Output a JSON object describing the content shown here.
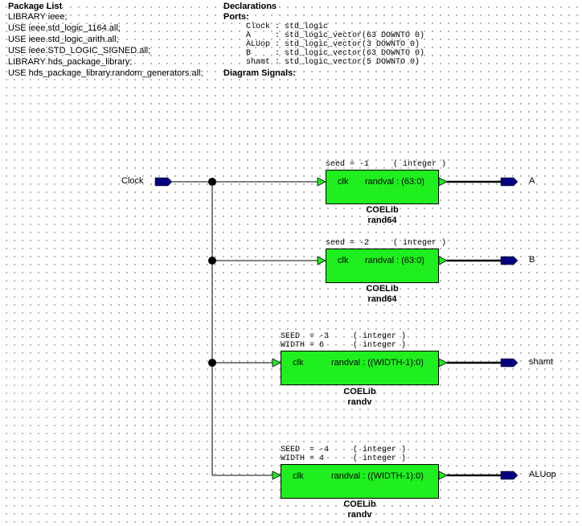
{
  "package_list": {
    "title": "Package List",
    "lines": [
      "LIBRARY ieee;",
      "USE ieee.std_logic_1164.all;",
      "USE ieee.std_logic_arith.all;",
      "USE ieee.STD_LOGIC_SIGNED.all;",
      "LIBRARY hds_package_library;",
      "USE hds_package_library.random_generators.all;"
    ]
  },
  "declarations": {
    "title": "Declarations",
    "ports_label": "Ports:",
    "ports": [
      "Clock : std_logic",
      "A     : std_logic_vector(63 DOWNTO 0)",
      "ALUop : std_logic_vector(3 DOWNTO 0)",
      "B     : std_logic_vector(63 DOWNTO 0)",
      "shamt : std_logic_vector(5 DOWNTO 0)"
    ],
    "signals_label": "Diagram Signals:"
  },
  "input_port": {
    "label": "Clock"
  },
  "blocks": [
    {
      "generics": [
        "seed = -1     ( integer )"
      ],
      "clk": "clk",
      "out": "randval : (63:0)",
      "library": "COELib",
      "name": "rand64",
      "port_label": "A"
    },
    {
      "generics": [
        "seed = -2     ( integer )"
      ],
      "clk": "clk",
      "out": "randval : (63:0)",
      "library": "COELib",
      "name": "rand64",
      "port_label": "B"
    },
    {
      "generics": [
        "SEED  = -3     ( integer )",
        "WIDTH = 6      ( integer )"
      ],
      "clk": "clk",
      "out": "randval : ((WIDTH-1):0)",
      "library": "COELib",
      "name": "randv",
      "port_label": "shamt"
    },
    {
      "generics": [
        "SEED  = -4     ( integer )",
        "WIDTH = 4      ( integer )"
      ],
      "clk": "clk",
      "out": "randval : ((WIDTH-1):0)",
      "library": "COELib",
      "name": "randv",
      "port_label": "ALUop"
    }
  ],
  "colors": {
    "block_fill": "#1fef1f",
    "port_fill": "#000080",
    "wire": "#000000"
  }
}
